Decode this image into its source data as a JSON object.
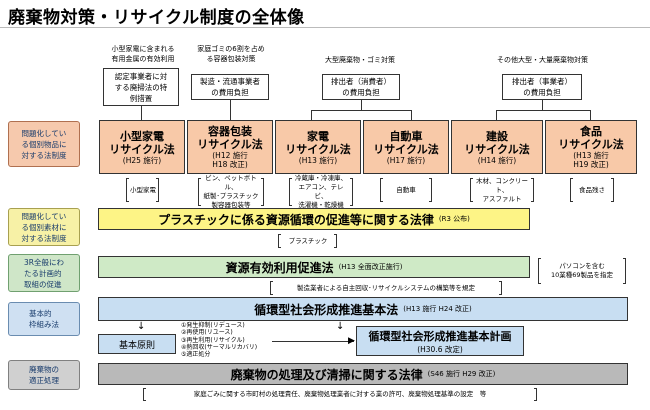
{
  "title": "廃棄物対策・リサイクル制度の全体像",
  "top": {
    "note_small_appliance": "小型家電に含まれる\n有用金属の有効利用",
    "note_packaging": "家庭ゴミの6割を占め\nる容器包装対策",
    "note_large_waste": "大型廃棄物・ゴミ対策",
    "note_other_large": "その他大型・大量廃棄物対策",
    "box_certified": "認定事業者に対\nする廃掃法の特\n例措置",
    "box_maker_cost": "製造・流通事業者\nの費用負担",
    "box_consumer_cost": "排出者（消費者）\nの費用負担",
    "box_business_cost": "排出者（事業者）\nの費用負担"
  },
  "labels": {
    "individual_items": "問題化してい\nる個別物品に\n対する法制度",
    "individual_materials": "問題化してい\nる個別素材に\n対する法制度",
    "three_r_plan": "3R全般にわ\nたる計画的\n取組の促進",
    "basic_framework": "基本的\n枠組み法",
    "waste_proper": "廃棄物の\n適正処理"
  },
  "laws": [
    {
      "name": "小型家電\nリサイクル法",
      "date": "(H25 施行)",
      "items": "小型家電"
    },
    {
      "name": "容器包装\nリサイクル法",
      "date": "(H12 施行\nH18 改正)",
      "items": "ビン、ペットボトル、\n紙製･プラスチック\n製容器包装等"
    },
    {
      "name": "家電\nリサイクル法",
      "date": "(H13 施行)",
      "items": "冷蔵庫・冷凍庫、\nエアコン、テレビ、\n洗濯機・乾燥機"
    },
    {
      "name": "自動車\nリサイクル法",
      "date": "(H17 施行)",
      "items": "自動車"
    },
    {
      "name": "建設\nリサイクル法",
      "date": "(H14 施行)",
      "items": "木材、コンクリート、\nアスファルト"
    },
    {
      "name": "食品\nリサイクル法",
      "date": "(H13 施行\nH19 改正)",
      "items": "食品残さ"
    }
  ],
  "plastic": {
    "name": "プラスチックに係る資源循環の促進等に関する法律",
    "date": "(R3 公布)",
    "items": "プラスチック"
  },
  "resource": {
    "name": "資源有効利用促進法",
    "date": "(H13 全面改正施行)",
    "note": "製造業者による自主回収･リサイクルシステムの構築等を規定",
    "side_note": "パソコンを含む\n10業種69製品を指定"
  },
  "basic": {
    "name": "循環型社会形成推進基本法",
    "date": "(H13 施行 H24 改正)",
    "principle": "基本原則",
    "principles": [
      "①発生抑制(リデュース)",
      "②再使用(リユース)",
      "③再生利用(リサイクル)",
      "④熱回収(サーマルリカバリ)",
      "⑤適正処分"
    ],
    "plan_name": "循環型社会形成推進基本計画",
    "plan_date": "(H30.6 改定)"
  },
  "waste": {
    "name": "廃棄物の処理及び清掃に関する法律",
    "date": "(S46 施行 H29 改正)",
    "note": "家庭ごみに関する市町村の処理責任、廃棄物処理業者に対する業の許可、廃棄物処理基準の設定　等"
  }
}
